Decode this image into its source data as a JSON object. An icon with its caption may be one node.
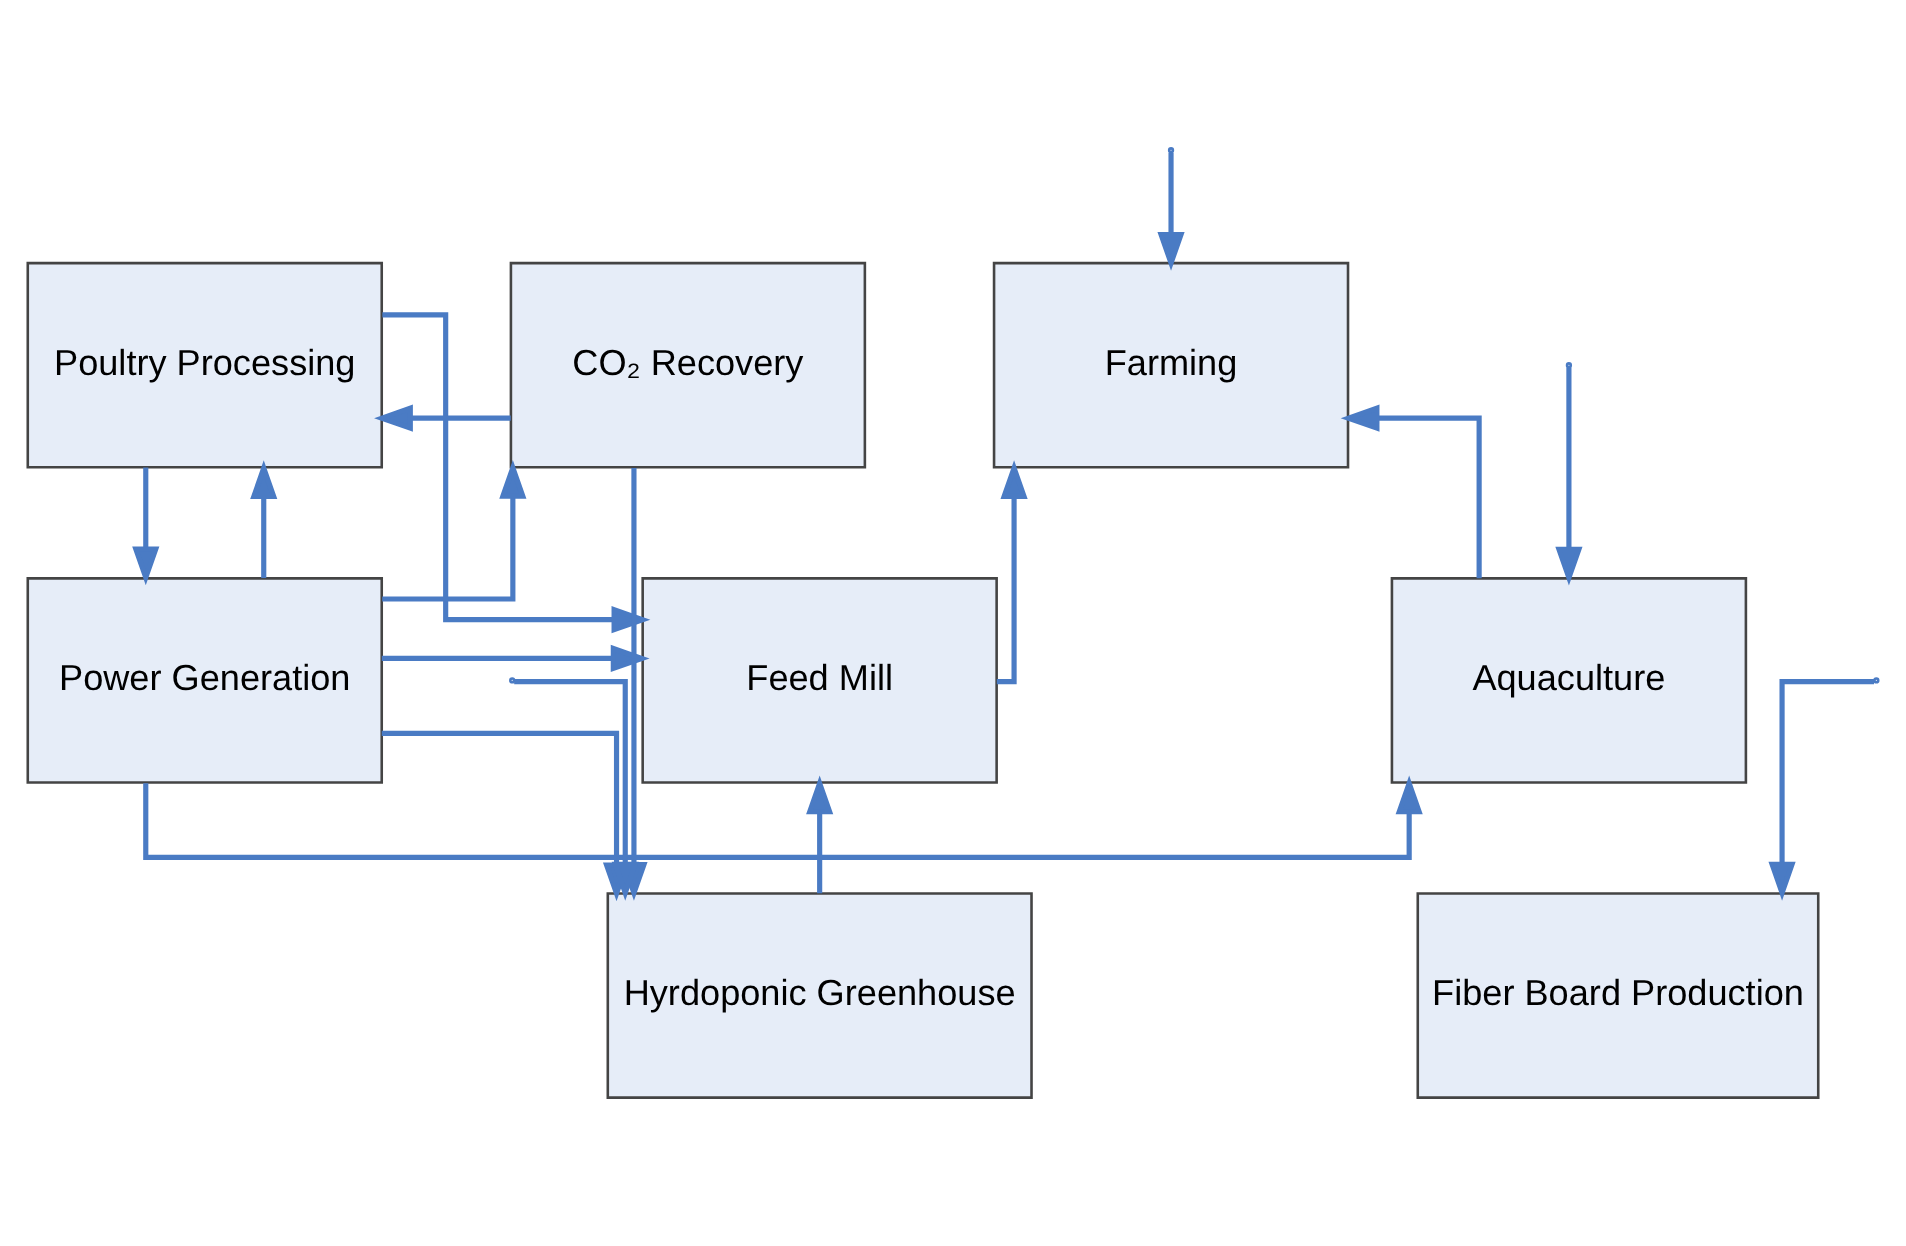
{
  "diagram": {
    "nodes": [
      {
        "text": [
          "Poultry Processing"
        ]
      },
      {
        "text": [
          "CO₂ Recovery"
        ]
      },
      {
        "text": [
          "Farming"
        ]
      },
      {
        "text": [
          "Feed Mill"
        ]
      },
      {
        "text": [
          "Power Generation"
        ]
      },
      {
        "text": [
          "Aquaculture"
        ]
      },
      {
        "text": [
          "Hyrdoponic Greenhouse"
        ]
      },
      {
        "text": [
          "Fiber Board Production"
        ]
      }
    ],
    "edges": [
      {
        "from": 0,
        "to": 3,
        "arrow": "to"
      },
      {
        "from": 0,
        "to": 4,
        "arrow": "to"
      },
      {
        "from": 4,
        "to": 0,
        "arrow": "to"
      },
      {
        "from": 4,
        "to": 3,
        "arrow": "to"
      },
      {
        "from": 4,
        "to": 1,
        "arrow": "to"
      },
      {
        "from": 4,
        "to": 5,
        "arrow": "to"
      },
      {
        "from": 4,
        "to": 6,
        "arrow": "to"
      },
      {
        "from": 5,
        "to": 2,
        "arrow": "to"
      },
      {
        "from": 6,
        "to": 3,
        "arrow": "to"
      },
      {
        "from": 1,
        "to": 0,
        "arrow": "to"
      },
      {
        "from": 1,
        "to": 6,
        "arrow": "to"
      },
      {
        "from": 3,
        "to": 2,
        "arrow": "to"
      },
      {
        "from": null,
        "to": 5,
        "arrow": "to"
      },
      {
        "from": null,
        "to": 6,
        "arrow": "to"
      },
      {
        "from": null,
        "to": 2,
        "arrow": "to"
      },
      {
        "from": null,
        "to": 7,
        "arrow": "to"
      }
    ]
  }
}
